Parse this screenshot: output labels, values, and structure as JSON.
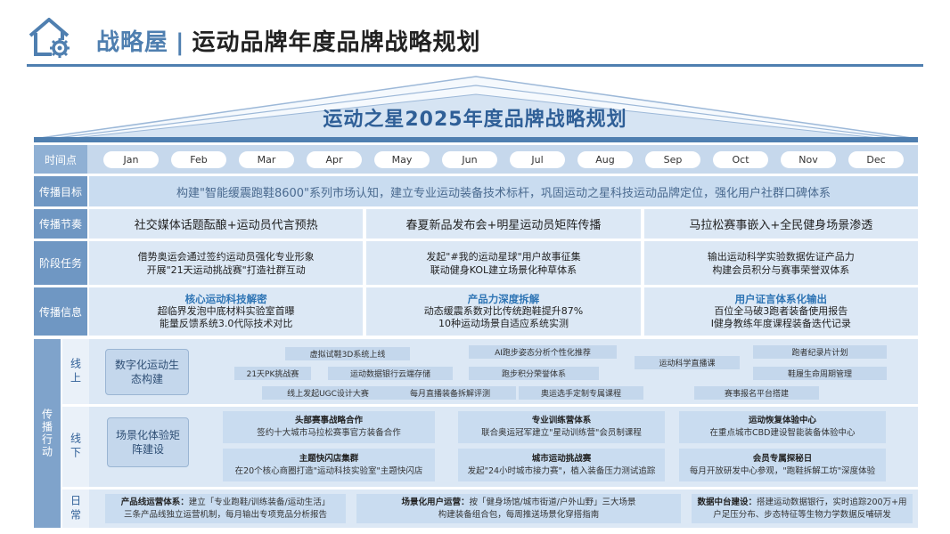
{
  "header": {
    "section": "战略屋",
    "separator": "|",
    "title": "运动品牌年度品牌战略规划"
  },
  "roof_title": "运动之星2025年度品牌战略规划",
  "timeline": {
    "label": "时间点",
    "months": [
      "Jan",
      "Feb",
      "Mar",
      "Apr",
      "May",
      "Jun",
      "Jul",
      "Aug",
      "Sep",
      "Oct",
      "Nov",
      "Dec"
    ]
  },
  "goal": {
    "label": "传播目标",
    "text": "构建\"智能缓震跑鞋8600\"系列市场认知，建立专业运动装备技术标杆，巩固运动之星科技运动品牌定位，强化用户社群口碑体系"
  },
  "rhythm": {
    "label": "传播节奏",
    "phases": [
      "社交媒体话题酝酿+运动员代言预热",
      "春夏新品发布会+明星运动员矩阵传播",
      "马拉松赛事嵌入+全民健身场景渗透"
    ]
  },
  "tasks": {
    "label": "阶段任务",
    "phases": [
      {
        "l1": "借势奥运会通过签约运动员强化专业形象",
        "l2": "开展\"21天运动挑战赛\"打造社群互动"
      },
      {
        "l1": "发起\"#我的运动星球\"用户故事征集",
        "l2": "联动健身KOL建立场景化种草体系"
      },
      {
        "l1": "输出运动科学实验数据佐证产品力",
        "l2": "构建会员积分与赛事荣誉双体系"
      }
    ]
  },
  "info": {
    "label": "传播信息",
    "phases": [
      {
        "h": "核心运动科技解密",
        "l1": "超临界发泡中底材料实验室首曝",
        "l2": "能量反馈系统3.0代际技术对比"
      },
      {
        "h": "产品力深度拆解",
        "l1": "动态缓震系数对比传统跑鞋提升87%",
        "l2": "10种运动场景自适应系统实测"
      },
      {
        "h": "用户证言体系化输出",
        "l1": "百位全马破3跑者装备使用报告",
        "l2": "I健身教练年度课程装备迭代记录"
      }
    ]
  },
  "action": {
    "label": "传播行动",
    "online": {
      "label": "线上",
      "category": "数字化运动生态构建",
      "items": [
        "虚拟试鞋3D系统上线",
        "AI跑步姿态分析个性化推荐",
        "跑者纪录片计划",
        "运动科学直播课",
        "21天PK挑战赛",
        "运动数据银行云端存储",
        "跑步积分荣誉体系",
        "鞋履生命周期管理",
        "线上发起UGC设计大赛",
        "每月直播装备拆解评测",
        "奥运选手定制专属课程",
        "赛事报名平台搭建"
      ]
    },
    "offline": {
      "label": "线下",
      "category": "场景化体验矩阵建设",
      "cards": [
        {
          "h": "头部赛事战略合作",
          "t": "签约十大城市马拉松赛事官方装备合作"
        },
        {
          "h": "专业训练营体系",
          "t": "联合奥运冠军建立\"星动训练营\"会员制课程"
        },
        {
          "h": "运动恢复体验中心",
          "t": "在重点城市CBD建设智能装备体验中心"
        },
        {
          "h": "主题快闪店集群",
          "t": "在20个核心商圈打造\"运动科技实验室\"主题快闪店"
        },
        {
          "h": "城市运动挑战赛",
          "t": "发起\"24小时城市接力赛\"，植入装备压力测试追踪"
        },
        {
          "h": "会员专属探秘日",
          "t": "每月开放研发中心参观，\"跑鞋拆解工坊\"深度体验"
        }
      ]
    },
    "daily": {
      "label": "日常",
      "items": [
        {
          "h": "产品线运营体系：",
          "l1": "建立「专业跑鞋/训练装备/运动生活」",
          "l2": "三条产品线独立运营机制，每月输出专项竞品分析报告"
        },
        {
          "h": "场景化用户运营：",
          "l1": "按「健身场馆/城市街道/户外山野」三大场景",
          "l2": "构建装备组合包，每周推送场景化穿搭指南"
        },
        {
          "h": "数据中台建设：",
          "l1": "搭建运动数据银行，实时追踪200万+用",
          "l2": "户足压分布、步态特征等生物力学数据反哺研发"
        }
      ]
    }
  }
}
